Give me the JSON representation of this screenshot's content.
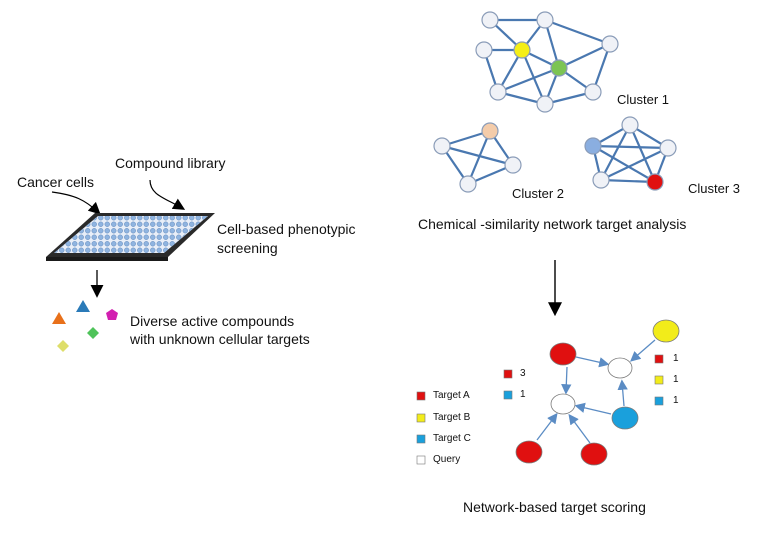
{
  "left_panel": {
    "cancer_cells_label": "Cancer cells",
    "compound_library_label": "Compound library",
    "screening_label_line1": "Cell-based phenotypic",
    "screening_label_line2": "screening",
    "compounds_label_line1": "Diverse active compounds",
    "compounds_label_line2": "with unknown cellular targets"
  },
  "clusters": {
    "cluster1_label": "Cluster 1",
    "cluster2_label": "Cluster 2",
    "cluster3_label": "Cluster 3",
    "caption": "Chemical -similarity network target analysis"
  },
  "scoring": {
    "legend": [
      {
        "label": "Target A",
        "color": "#e01010"
      },
      {
        "label": "Target B",
        "color": "#f2ec1a"
      },
      {
        "label": "Target C",
        "color": "#1aa0dc"
      },
      {
        "label": "Query",
        "color": "#ffffff"
      }
    ],
    "counts_left": [
      {
        "value": "3",
        "color": "#e01010"
      },
      {
        "value": "1",
        "color": "#1aa0dc"
      }
    ],
    "counts_right": [
      {
        "value": "1",
        "color": "#e01010"
      },
      {
        "value": "1",
        "color": "#f2ec1a"
      },
      {
        "value": "1",
        "color": "#1aa0dc"
      }
    ],
    "caption": "Network-based target scoring"
  },
  "colors": {
    "node_fill": "#f0f2f7",
    "node_stroke": "#8a9cb8",
    "edge": "#4a78b0",
    "plate_well": "#8fb4e0",
    "triangle_orange": "#e8701a",
    "triangle_blue": "#2a7ab8",
    "pentagon": "#d21fb0",
    "diamond_green": "#4fc35a",
    "diamond_yellow": "#dede6a"
  }
}
